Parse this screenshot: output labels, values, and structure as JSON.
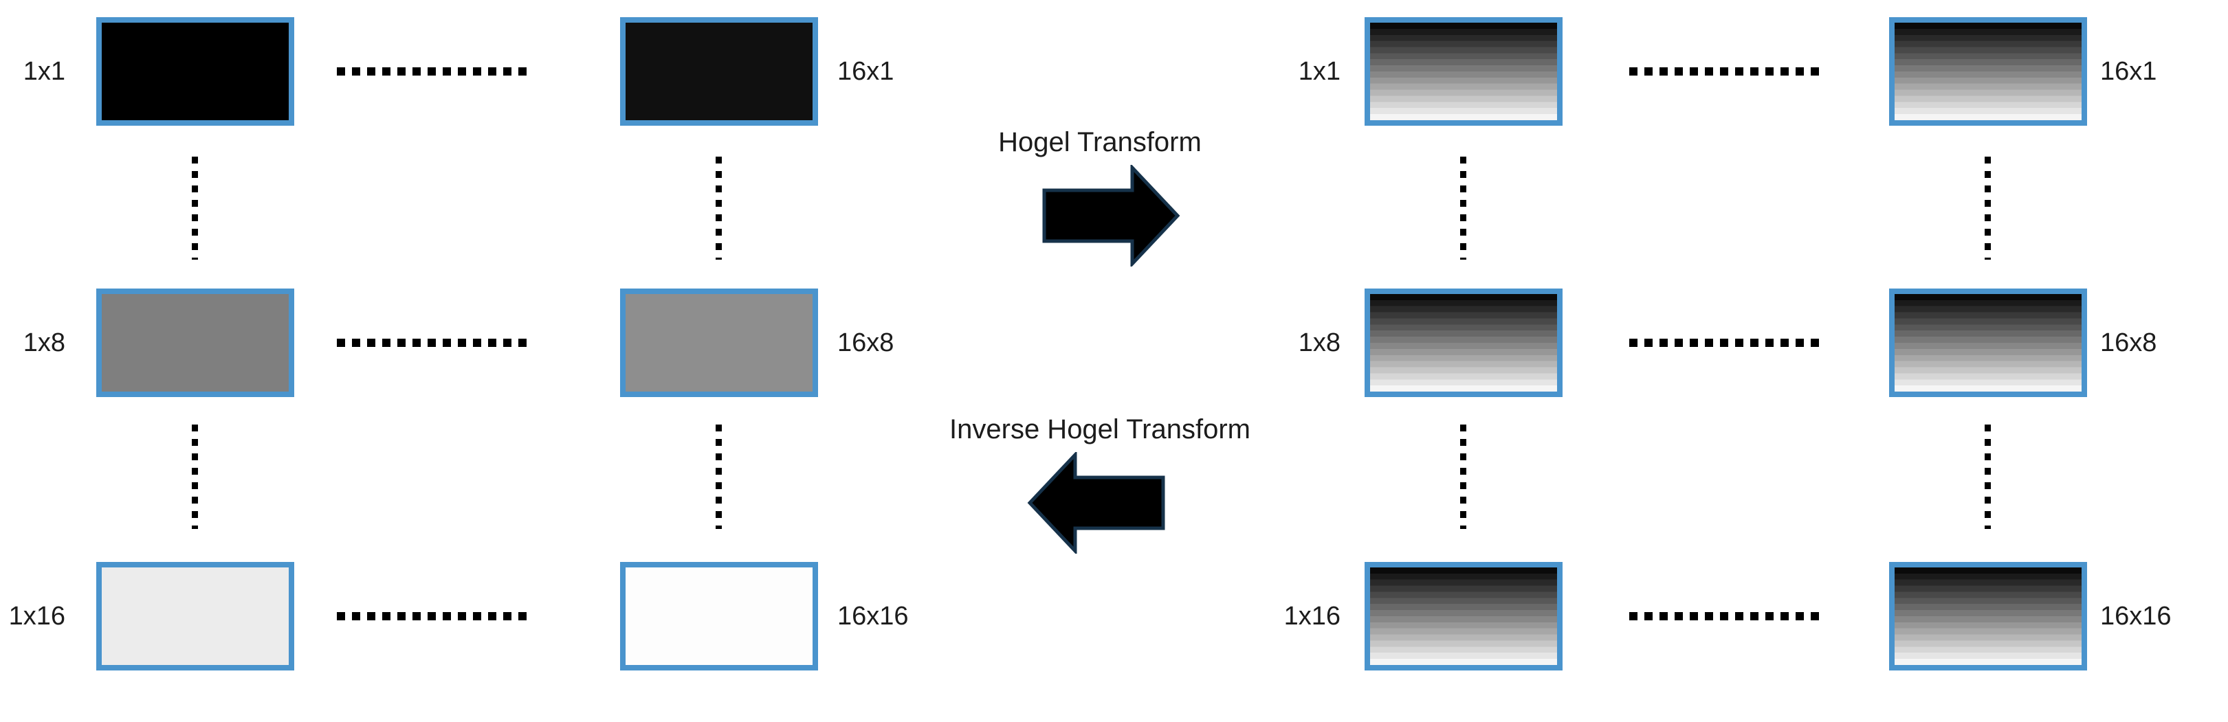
{
  "colors": {
    "background": "#ffffff",
    "panel_border": "#4a94cd",
    "dot": "#000000",
    "text": "#1c1c1c",
    "arrow_fill": "#000000",
    "arrow_outline": "#16324a"
  },
  "transform": {
    "forward_label": "Hogel Transform",
    "inverse_label": "Inverse Hogel Transform"
  },
  "solid_group": {
    "rows": [
      {
        "left": {
          "label": "1x1",
          "fill": "#000000"
        },
        "right": {
          "label": "16x1",
          "fill": "#101010"
        }
      },
      {
        "left": {
          "label": "1x8",
          "fill": "#7f7f7f"
        },
        "right": {
          "label": "16x8",
          "fill": "#8e8e8e"
        }
      },
      {
        "left": {
          "label": "1x16",
          "fill": "#ececec"
        },
        "right": {
          "label": "16x16",
          "fill": "#fdfdfd"
        }
      }
    ]
  },
  "gradient_group": {
    "rows": [
      {
        "left": {
          "label": "1x1",
          "fill": {
            "type": "gradient",
            "direction": "top-to-bottom",
            "from": "#0a0a0a",
            "to": "#f5f5f5",
            "steps": 16
          }
        },
        "right": {
          "label": "16x1",
          "fill": {
            "type": "gradient",
            "direction": "top-to-bottom",
            "from": "#0a0a0a",
            "to": "#f5f5f5",
            "steps": 16
          }
        }
      },
      {
        "left": {
          "label": "1x8",
          "fill": {
            "type": "gradient",
            "direction": "top-to-bottom",
            "from": "#0a0a0a",
            "to": "#f5f5f5",
            "steps": 16
          }
        },
        "right": {
          "label": "16x8",
          "fill": {
            "type": "gradient",
            "direction": "top-to-bottom",
            "from": "#0a0a0a",
            "to": "#f5f5f5",
            "steps": 16
          }
        }
      },
      {
        "left": {
          "label": "1x16",
          "fill": {
            "type": "gradient",
            "direction": "top-to-bottom",
            "from": "#0a0a0a",
            "to": "#f5f5f5",
            "steps": 16
          }
        },
        "right": {
          "label": "16x16",
          "fill": {
            "type": "gradient",
            "direction": "top-to-bottom",
            "from": "#0a0a0a",
            "to": "#f5f5f5",
            "steps": 16
          }
        }
      }
    ]
  }
}
